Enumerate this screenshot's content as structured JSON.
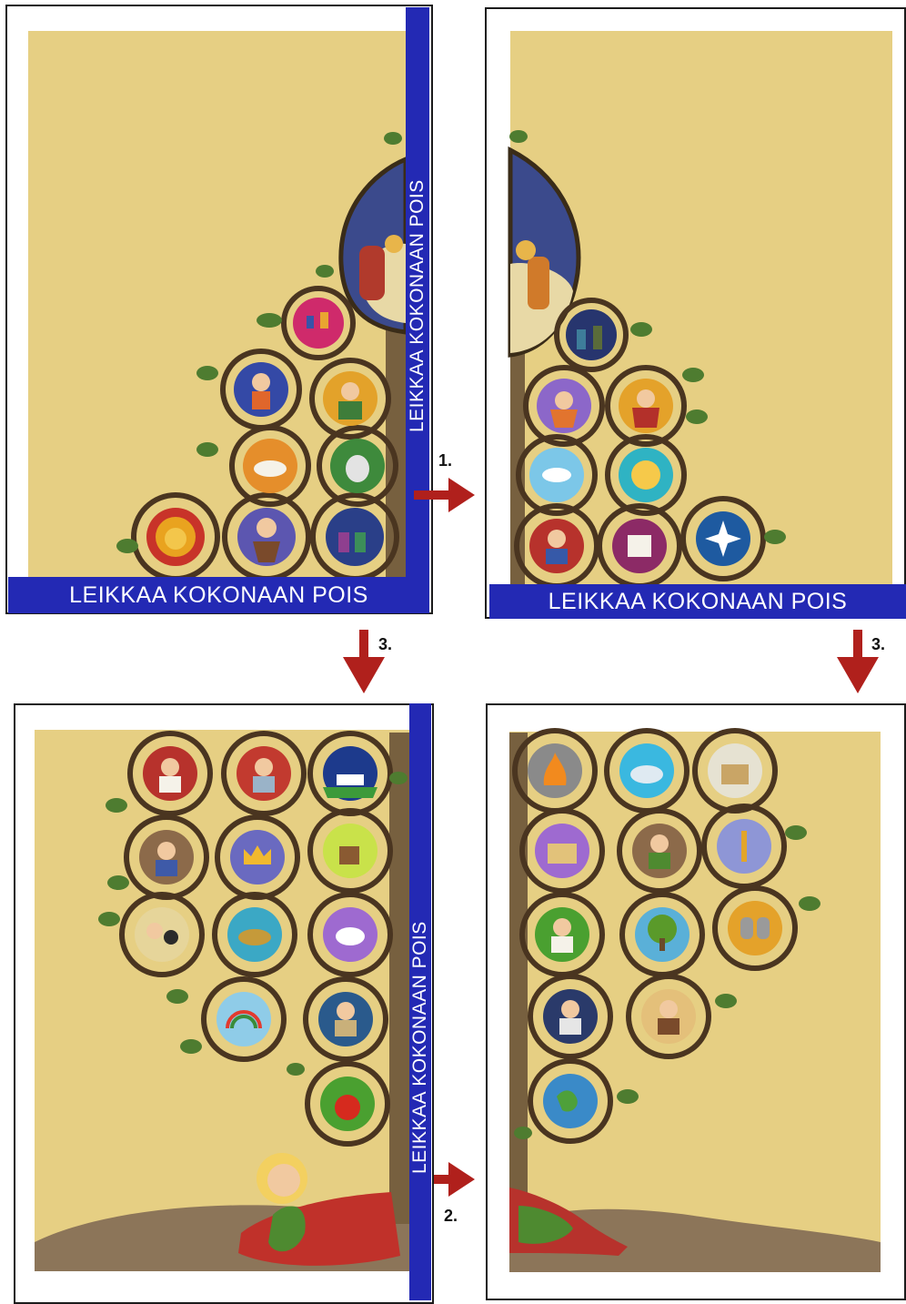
{
  "cut_label": "LEIKKAA KOKONAAN POIS",
  "steps": {
    "one": "1.",
    "two": "2.",
    "three_left": "3.",
    "three_right": "3."
  },
  "colors": {
    "band": "#2329b4",
    "parchment": "#e6cf83",
    "arrow": "#b0201c",
    "vine": "#6a5233",
    "ground": "#8c7559"
  },
  "panels": {
    "top_left": [
      "lion-icon",
      "bearded-king-icon",
      "magi-icon",
      "baby-icon",
      "donkey-icon",
      "angel-icon",
      "joseph-icon",
      "gifts-icon",
      "nativity-scene"
    ],
    "top_right": [
      "nativity-scene",
      "shepherds-icon",
      "anna-icon",
      "mary-icon",
      "dove-icon",
      "sun-icon",
      "prophet-icon",
      "scroll-icon",
      "star-icon"
    ],
    "bottom_left": [
      "elijah-icon",
      "elder-icon",
      "bethlehem-icon",
      "king-icon",
      "crown-icon",
      "stump-icon",
      "pharaoh-icon",
      "basket-icon",
      "lamb-icon",
      "rainbow-icon",
      "noah-icon",
      "apple-icon",
      "jesse-sleeping"
    ],
    "bottom_right": [
      "fire-icon",
      "whale-icon",
      "temple-icon",
      "castle-icon",
      "david-icon",
      "wheat-icon",
      "priest-icon",
      "tree-icon",
      "tablets-icon",
      "abraham-icon",
      "isaac-icon",
      "earth-icon"
    ]
  }
}
